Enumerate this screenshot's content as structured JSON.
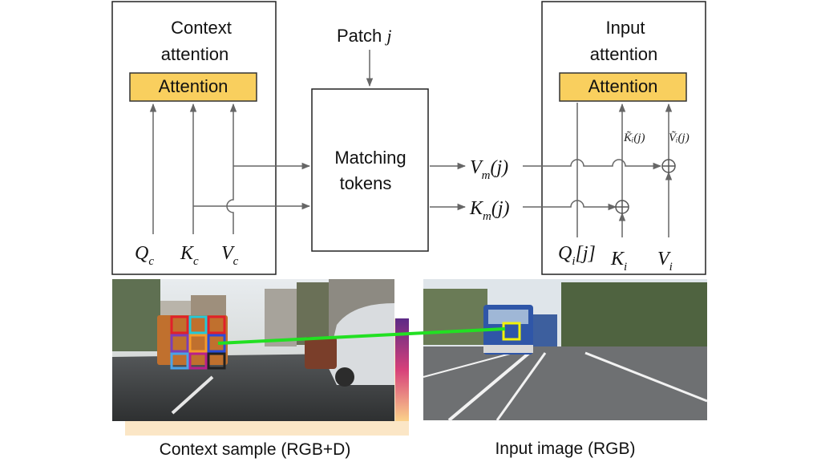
{
  "context_block": {
    "title_line1": "Context",
    "title_line2": "attention",
    "attention_label": "Attention",
    "inputs": [
      "Q",
      "K",
      "V"
    ],
    "input_subscript": "c"
  },
  "patch": {
    "label": "Patch",
    "index": "j"
  },
  "matching": {
    "line1": "Matching",
    "line2": "tokens"
  },
  "outputs": {
    "v_main": "V",
    "v_sub": "m",
    "v_arg": "(j)",
    "k_main": "K",
    "k_sub": "m",
    "k_arg": "(j)"
  },
  "input_block": {
    "title_line1": "Input",
    "title_line2": "attention",
    "attention_label": "Attention",
    "q_main": "Q",
    "q_sub": "i",
    "q_arg": "[j]",
    "k_main": "K",
    "k_sub": "i",
    "v_main": "V",
    "v_sub": "i",
    "k_tilde": "K̃ᵢ(j)",
    "v_tilde": "Ṽᵢ(j)"
  },
  "captions": {
    "context": "Context sample (RGB+D)",
    "input": "Input image (RGB)"
  },
  "colors": {
    "attention_fill": "#f9cf5e",
    "match_line": "#22e022",
    "highlight": "#f2f20a",
    "patch_colors": [
      "#e0202a",
      "#24c8d8",
      "#7b3fb5",
      "#2a4bd8",
      "#f59a2a",
      "#7c2ea8",
      "#4aa3e8",
      "#b8208c",
      "#222222"
    ]
  }
}
